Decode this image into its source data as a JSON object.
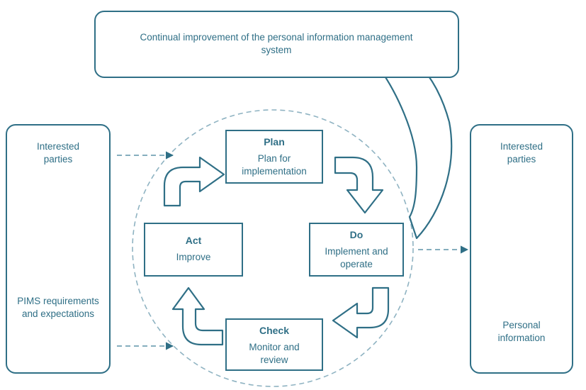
{
  "top_box": {
    "text": "Continual improvement  of the personal information management system"
  },
  "left_panel": {
    "top_text": "Interested parties",
    "bottom_text": "PIMS requirements and expectations"
  },
  "right_panel": {
    "top_text": "Interested parties",
    "bottom_text": "Personal information"
  },
  "phases": {
    "plan": {
      "title": "Plan",
      "desc": "Plan for implementation"
    },
    "do": {
      "title": "Do",
      "desc": "Implement and operate"
    },
    "check": {
      "title": "Check",
      "desc": "Monitor and review"
    },
    "act": {
      "title": "Act",
      "desc": "Improve"
    }
  },
  "colors": {
    "stroke": "#2f6f86",
    "dashed": "#8fb3c2",
    "background": "#ffffff"
  }
}
